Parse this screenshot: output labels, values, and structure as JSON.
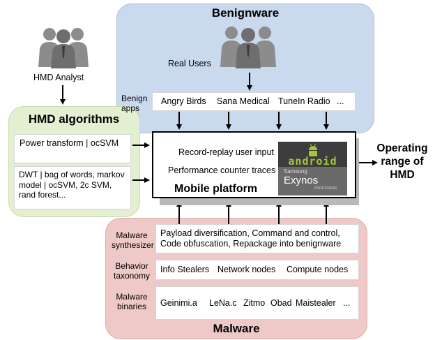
{
  "analyst": {
    "label": "HMD Analyst"
  },
  "benignware": {
    "title": "Benignware",
    "users_label": "Real Users",
    "apps_label": "Benign apps",
    "apps": [
      "Angry Birds",
      "Sana Medical",
      "TuneIn Radio",
      "..."
    ]
  },
  "hmd": {
    "title": "HMD algorithms",
    "box1": "Power transform | ocSVM",
    "box2": "DWT | bag of words, markov model | ocSVM, 2c SVM, rand forest..."
  },
  "platform": {
    "line1": "Record-replay user input",
    "line2": "Performance counter traces",
    "title": "Mobile platform",
    "chip_top": "android",
    "chip_brand": "Samsung",
    "chip_name": "Exynos",
    "chip_sub": "PROCESSOR"
  },
  "operating": {
    "label": "Operating range of HMD"
  },
  "malware": {
    "title": "Malware",
    "synth_label": "Malware synthesizer",
    "synth_text": "Payload diversification, Command and control, Code obfuscation, Repackage into benignware",
    "taxonomy_label": "Behavior taxonomy",
    "taxonomy": [
      "Info Stealers",
      "Network nodes",
      "Compute nodes"
    ],
    "binaries_label": "Malware binaries",
    "binaries": [
      "Geinimi.a",
      "LeNa.c",
      "Zitmo",
      "Obad",
      "Maistealer",
      "..."
    ]
  },
  "colors": {
    "benign_bg": "#c9d9ee",
    "hmd_bg": "#e4efd2",
    "malware_bg": "#efc9c7"
  }
}
